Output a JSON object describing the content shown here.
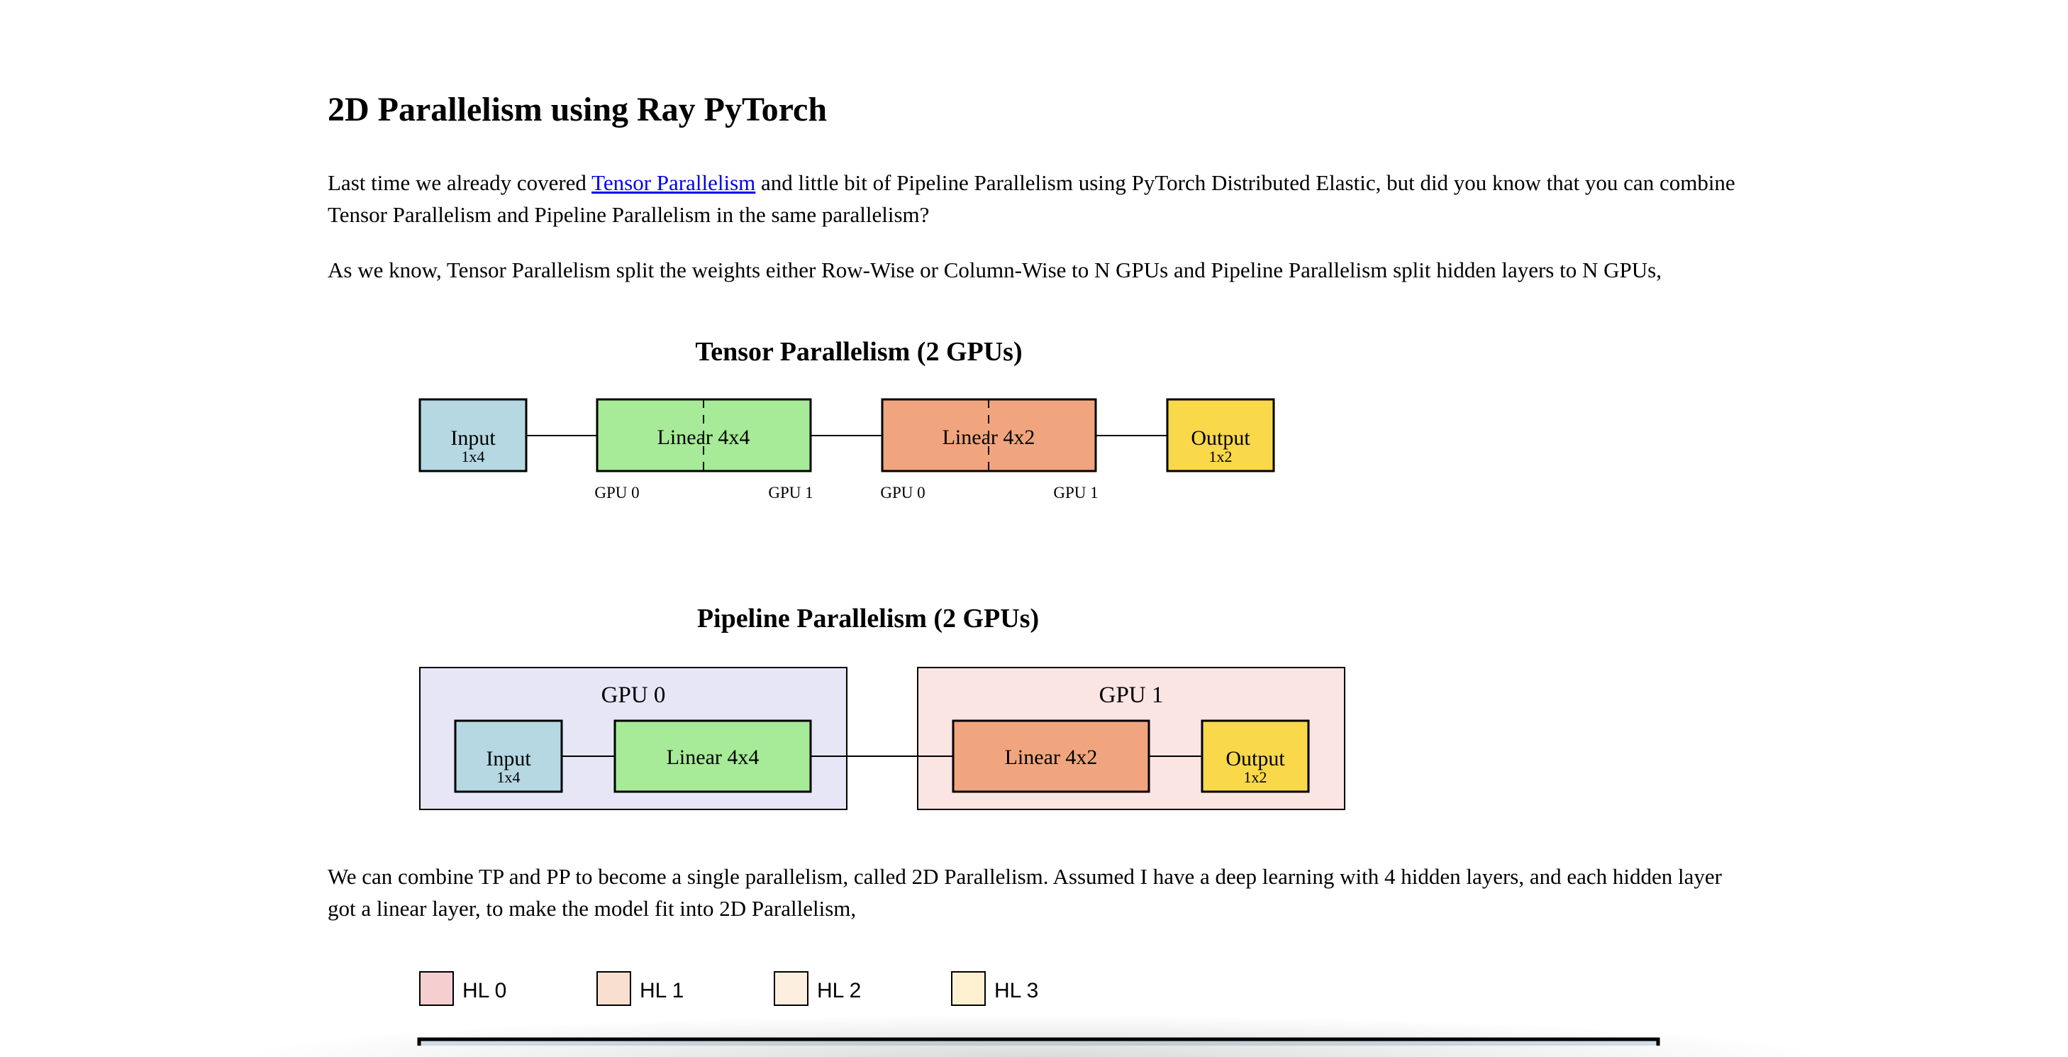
{
  "article": {
    "title": "2D Parallelism using Ray PyTorch",
    "p1": {
      "before": "Last time we already covered ",
      "link": "Tensor Parallelism",
      "after": " and little bit of Pipeline Parallelism using PyTorch Distributed Elastic, but did you know that you can combine Tensor Parallelism and Pipeline Parallelism in the same parallelism?"
    },
    "p2": "As we know, Tensor Parallelism split the weights either Row-Wise or Column-Wise to N GPUs and Pipeline Parallelism split hidden layers to N GPUs,",
    "p3": "We can combine TP and PP to become a single parallelism, called 2D Parallelism. Assumed I have a deep learning with 4 hidden layers, and each hidden layer got a linear layer, to make the model fit into 2D Parallelism,"
  },
  "tensor_diagram": {
    "title": "Tensor Parallelism (2 GPUs)",
    "input": {
      "label": "Input",
      "shape": "1x4"
    },
    "linear1": {
      "label": "Linear 4x4",
      "gpu_left": "GPU 0",
      "gpu_right": "GPU 1"
    },
    "linear2": {
      "label": "Linear 4x2",
      "gpu_left": "GPU 0",
      "gpu_right": "GPU 1"
    },
    "output": {
      "label": "Output",
      "shape": "1x2"
    }
  },
  "pipeline_diagram": {
    "title": "Pipeline Parallelism (2 GPUs)",
    "gpu0": {
      "label": "GPU 0"
    },
    "gpu1": {
      "label": "GPU 1"
    },
    "input": {
      "label": "Input",
      "shape": "1x4"
    },
    "linear1": {
      "label": "Linear 4x4"
    },
    "linear2": {
      "label": "Linear 4x2"
    },
    "output": {
      "label": "Output",
      "shape": "1x2"
    }
  },
  "legend": {
    "items": [
      {
        "label": "HL 0",
        "color": "#f5cfcf"
      },
      {
        "label": "HL 1",
        "color": "#f8dfd0"
      },
      {
        "label": "HL 2",
        "color": "#fcefe0"
      },
      {
        "label": "HL 3",
        "color": "#fcf0d0"
      }
    ]
  },
  "colors": {
    "input": "#b5d8e3",
    "linear1": "#a7ea98",
    "linear2": "#f1a57f",
    "output": "#f9d84a",
    "gpu0_bg": "#e7e6f7",
    "gpu1_bg": "#fbe5e3",
    "bottom_box": "#d6e2ea"
  }
}
